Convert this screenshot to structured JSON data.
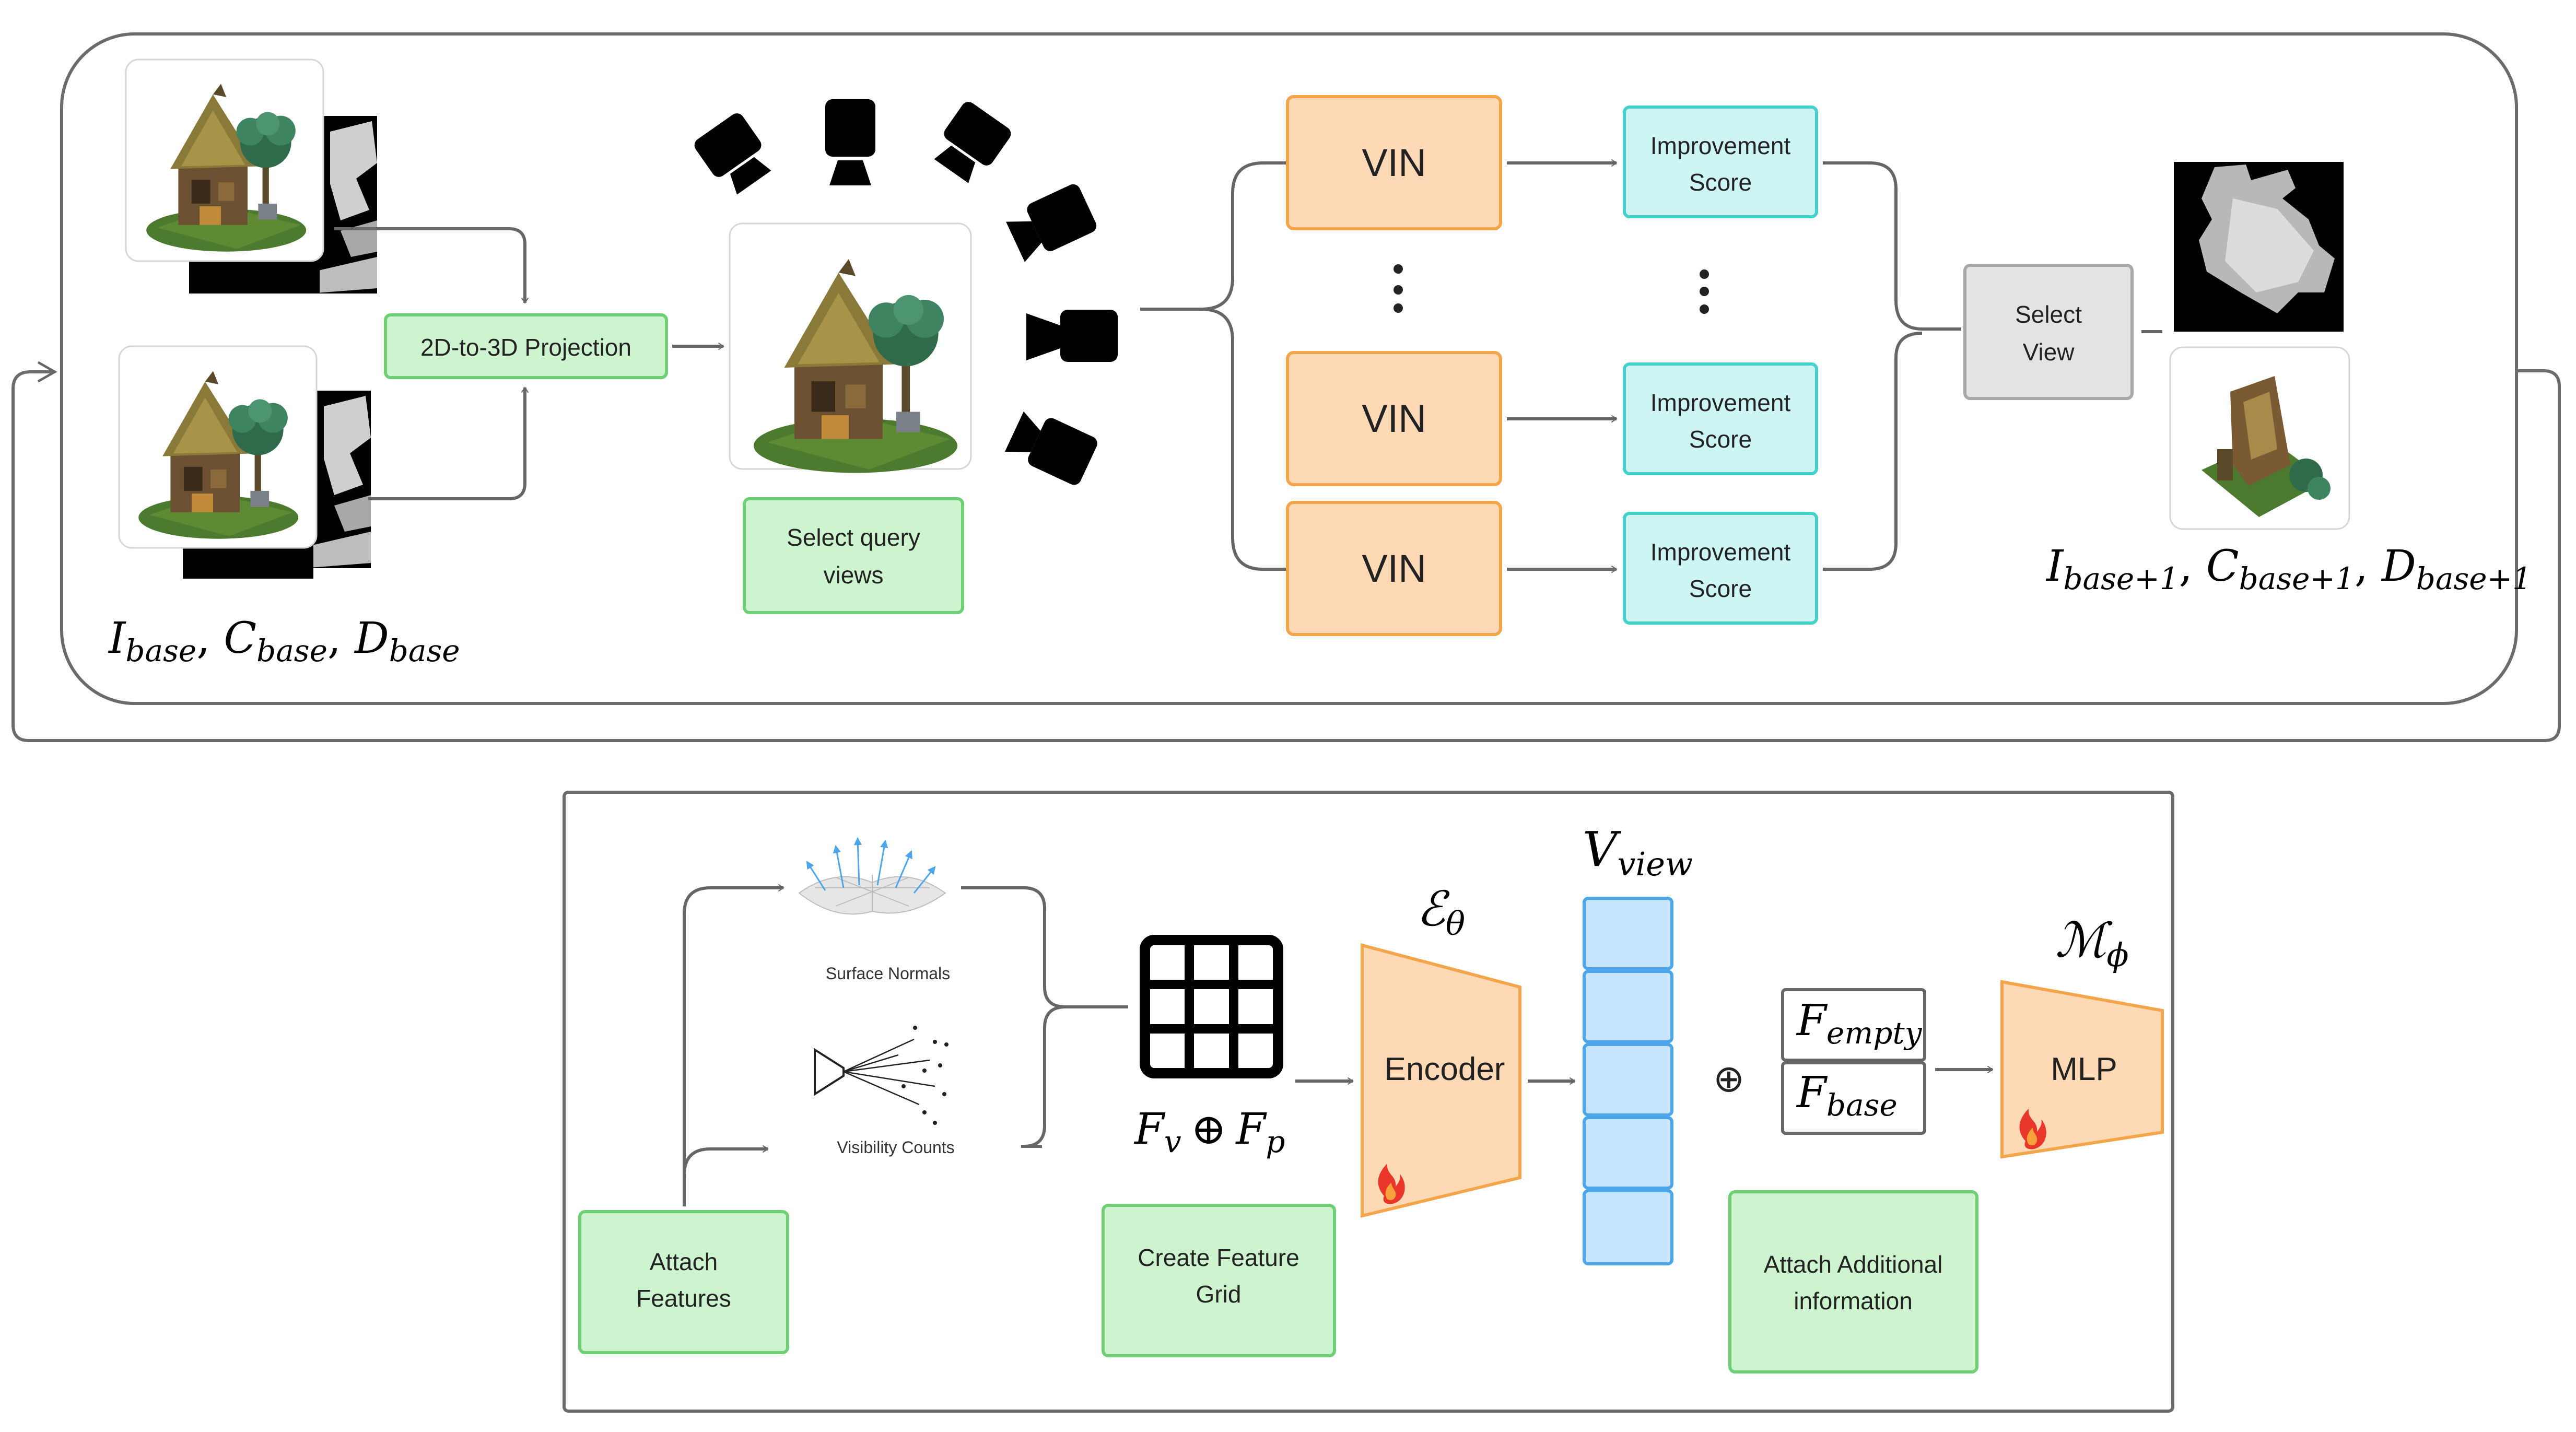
{
  "pipeline": {
    "base_label": {
      "main": [
        "I",
        "C",
        "D"
      ],
      "sub": "base"
    },
    "next_label": {
      "main": [
        "I",
        "C",
        "D"
      ],
      "sub": "base+1"
    },
    "projection": "2D-to-3D Projection",
    "select_query": [
      "Select query",
      "views"
    ],
    "vin_label": "VIN",
    "improvement_score": [
      "Improvement",
      "Score"
    ],
    "select_view": [
      "Select",
      "View"
    ]
  },
  "model": {
    "surface_normals": "Surface Normals",
    "visibility_counts": "Visibility Counts",
    "attach_features": [
      "Attach",
      "Features"
    ],
    "create_feature_grid": [
      "Create Feature",
      "Grid"
    ],
    "feature_formula": {
      "a": "F",
      "a_sub": "v",
      "op": "⊕",
      "b": "F",
      "b_sub": "p"
    },
    "encoder_symbol": {
      "main": "ℰ",
      "sub": "θ"
    },
    "encoder_label": "Encoder",
    "view_vector": {
      "main": "V",
      "sub": "view"
    },
    "plus_symbol": "⊕",
    "f_empty": {
      "main": "F",
      "sub": "empty"
    },
    "f_base": {
      "main": "F",
      "sub": "base"
    },
    "attach_info": [
      "Attach Additional",
      "information"
    ],
    "mlp_symbol": {
      "main": "ℳ",
      "sub": "ϕ"
    },
    "mlp_label": "MLP"
  },
  "colors": {
    "orange_fill": "#fdd9b5",
    "orange_stroke": "#f4a54a",
    "cyan_fill": "#cdf5f3",
    "cyan_stroke": "#45d1cb",
    "green_fill": "#cdf4cf",
    "green_stroke": "#6fcf75",
    "gray_fill": "#e3e3e3",
    "gray_stroke": "#a8a8a8",
    "blue_fill": "#c6e4fb",
    "blue_stroke": "#4da6ea",
    "line": "#666666"
  },
  "icons": [
    "house-render-icon",
    "depth-map-icon",
    "camera-icon",
    "grid-icon",
    "surface-normals-icon",
    "camera-frustum-icon",
    "flame-icon"
  ]
}
